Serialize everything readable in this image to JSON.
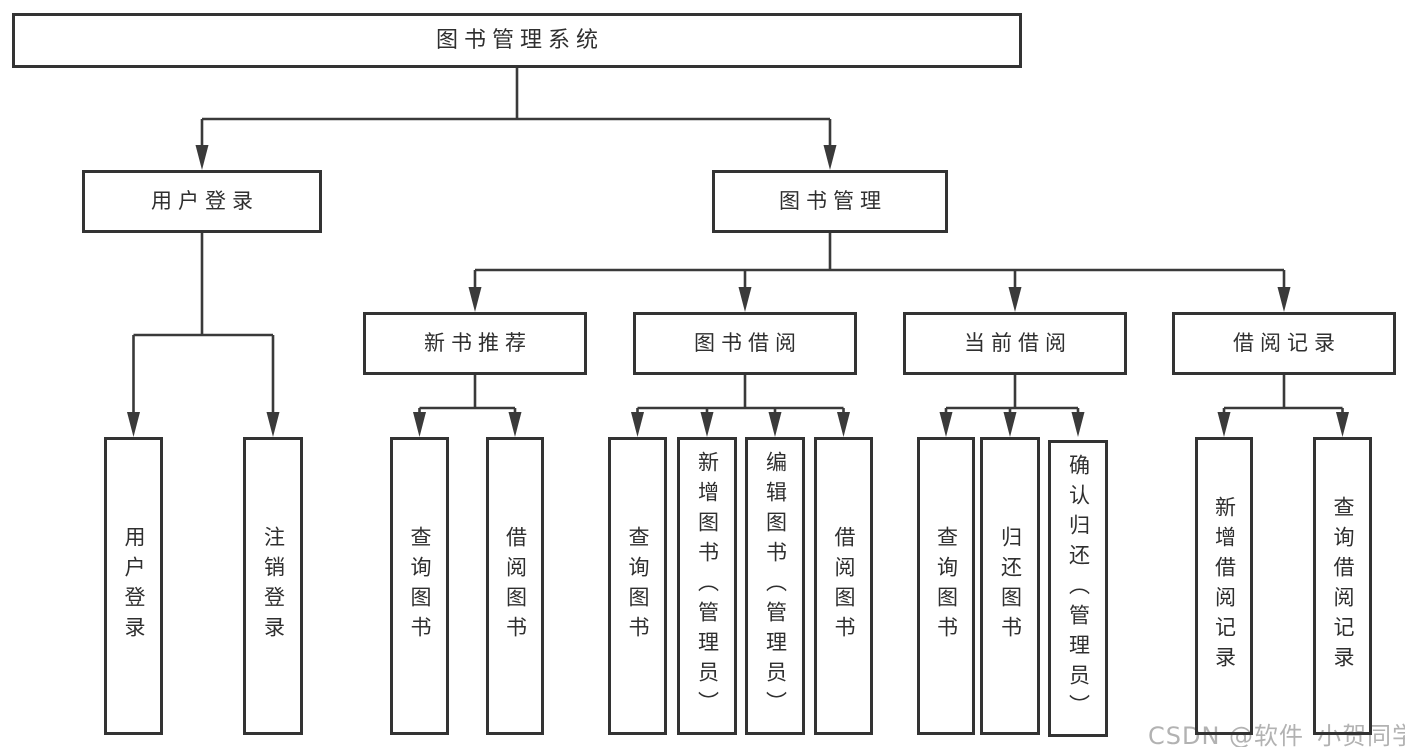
{
  "nodes": {
    "root": {
      "label": "图书管理系统"
    },
    "user_login": {
      "label": "用户登录",
      "children": [
        {
          "label": "用户登录"
        },
        {
          "label": "注销登录"
        }
      ]
    },
    "book_management": {
      "label": "图书管理",
      "children": [
        {
          "label": "新书推荐",
          "children": [
            {
              "label": "查询图书"
            },
            {
              "label": "借阅图书"
            }
          ]
        },
        {
          "label": "图书借阅",
          "children": [
            {
              "label": "查询图书"
            },
            {
              "label": "新增图书（管理员）"
            },
            {
              "label": "编辑图书（管理员）"
            },
            {
              "label": "借阅图书"
            }
          ]
        },
        {
          "label": "当前借阅",
          "children": [
            {
              "label": "查询图书"
            },
            {
              "label": "归还图书"
            },
            {
              "label": "确认归还（管理员）"
            }
          ]
        },
        {
          "label": "借阅记录",
          "children": [
            {
              "label": "新增借阅记录"
            },
            {
              "label": "查询借阅记录"
            }
          ]
        }
      ]
    }
  },
  "watermark": {
    "text": "CSDN @软件_小贺同学",
    "color": "#b2b2b2"
  },
  "colors": {
    "line": "#3a3a3a",
    "box_border": "#333333",
    "box_fill": "#ffffff",
    "text": "#2f2f2f",
    "background": "#ffffff"
  }
}
